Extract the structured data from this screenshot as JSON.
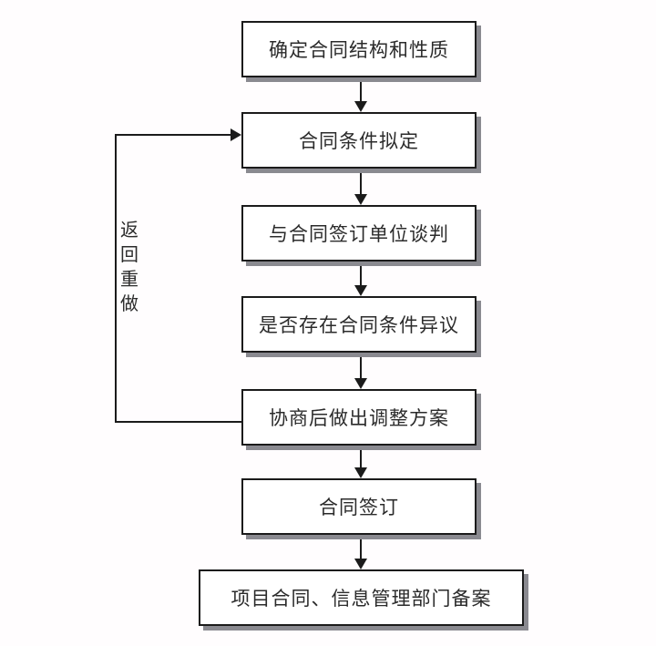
{
  "flowchart": {
    "description": "Contract signing process flowchart",
    "nodes": [
      {
        "id": "n1",
        "label": "确定合同结构和性质"
      },
      {
        "id": "n2",
        "label": "合同条件拟定"
      },
      {
        "id": "n3",
        "label": "与合同签订单位谈判"
      },
      {
        "id": "n4",
        "label": "是否存在合同条件异议"
      },
      {
        "id": "n5",
        "label": "协商后做出调整方案"
      },
      {
        "id": "n6",
        "label": "合同签订"
      },
      {
        "id": "n7",
        "label": "项目合同、信息管理部门备案"
      }
    ],
    "edges": [
      {
        "from": "n1",
        "to": "n2",
        "type": "arrow-down"
      },
      {
        "from": "n2",
        "to": "n3",
        "type": "arrow-down"
      },
      {
        "from": "n3",
        "to": "n4",
        "type": "arrow-down"
      },
      {
        "from": "n4",
        "to": "n5",
        "type": "arrow-down"
      },
      {
        "from": "n5",
        "to": "n6",
        "type": "arrow-down"
      },
      {
        "from": "n6",
        "to": "n7",
        "type": "arrow-down"
      },
      {
        "from": "n5",
        "to": "n2",
        "type": "feedback-loop-left",
        "label": "返回重做"
      }
    ],
    "loop_label": "返回重做",
    "colors": {
      "background": "#fffdfe",
      "box_fill": "#ffffff",
      "box_border": "#1b1b1b",
      "box_shadow": "#8a8a90",
      "line": "#1b1b1b",
      "text": "#2b2b2b"
    }
  }
}
